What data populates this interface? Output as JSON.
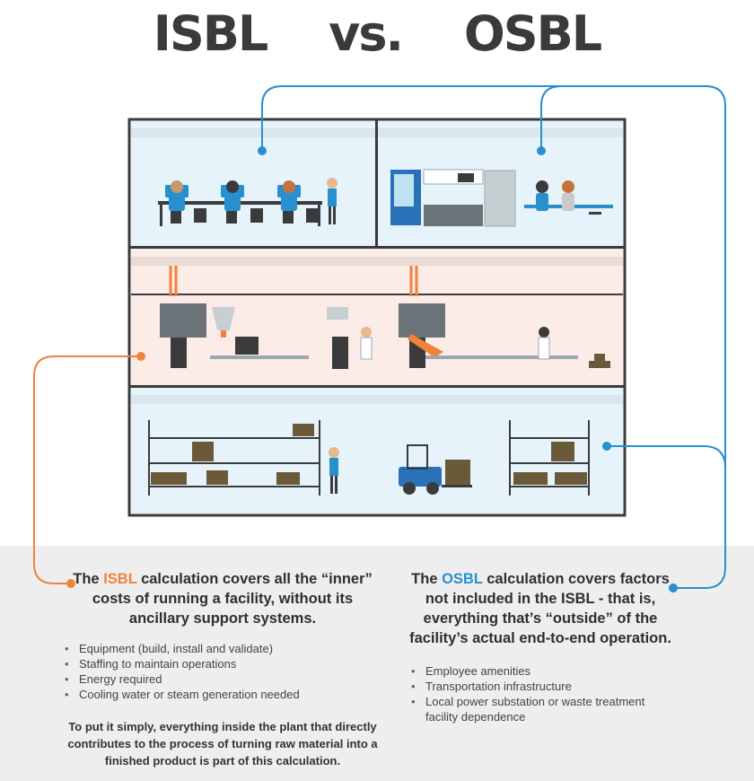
{
  "title": {
    "left": "ISBL",
    "middle": "vs.",
    "right": "OSBL"
  },
  "colors": {
    "isbl_accent": "#f0823c",
    "osbl_accent": "#2a8fce",
    "title_color": "#3a3a3a",
    "building_outline": "#3b3b3b",
    "room_blue": "#e6f3fa",
    "room_pink": "#fcece8"
  },
  "isbl": {
    "heading_prefix": "The",
    "heading_keyword": "ISBL",
    "heading_rest": "calculation covers all the “inner” costs of running a facility, without its ancillary support systems.",
    "bullets": [
      "Equipment (build, install and validate)",
      "Staffing to maintain operations",
      "Energy required",
      "Cooling water or steam generation needed"
    ],
    "summary": "To put it simply, everything inside the plant that directly contributes to the process of turning raw material into a finished product is part of this calculation."
  },
  "osbl": {
    "heading_prefix": "The",
    "heading_keyword": "OSBL",
    "heading_rest": "calculation covers factors not included in the ISBL - that is, everything that’s “outside” of the facility’s actual end-to-end operation.",
    "bullets": [
      "Employee amenities",
      "Transportation infrastructure",
      "Local power substation or waste treatment",
      "facility dependence"
    ]
  }
}
